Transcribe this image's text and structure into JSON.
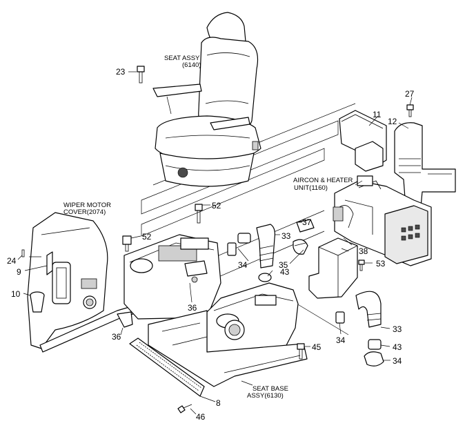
{
  "labels": {
    "seat_assy": "SEAT ASSY",
    "seat_assy_code": "(6140)",
    "aircon_heater": "AIRCON & HEATER",
    "aircon_heater_code": "UNIT(1160)",
    "wiper_motor": "WIPER MOTOR",
    "wiper_motor_code": "COVER(2074)",
    "seat_base": "SEAT BASE",
    "seat_base_code": "ASSY(6130)"
  },
  "callouts": {
    "c23": "23",
    "c27": "27",
    "c11": "11",
    "c12": "12",
    "c52a": "52",
    "c52b": "52",
    "c37": "37",
    "c33a": "33",
    "c24": "24",
    "c9": "9",
    "c34a": "34",
    "c35": "35",
    "c43a": "43",
    "c38": "38",
    "c53": "53",
    "c10": "10",
    "c36a": "36",
    "c36b": "36",
    "c34b": "34",
    "c33b": "33",
    "c45": "45",
    "c43b": "43",
    "c34c": "34",
    "c8": "8",
    "c46": "46"
  }
}
